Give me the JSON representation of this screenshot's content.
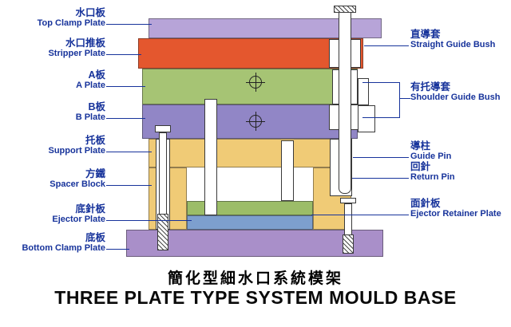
{
  "title": {
    "zh": "簡化型細水口系統模架",
    "en": "THREE PLATE TYPE SYSTEM MOULD BASE"
  },
  "diagram": {
    "left_labels": [
      {
        "zh": "水口板",
        "en": "Top Clamp Plate"
      },
      {
        "zh": "水口推板",
        "en": "Stripper Plate"
      },
      {
        "zh": "A板",
        "en": "A Plate"
      },
      {
        "zh": "B板",
        "en": "B Plate"
      },
      {
        "zh": "托板",
        "en": "Support Plate"
      },
      {
        "zh": "方鐵",
        "en": "Spacer Block"
      },
      {
        "zh": "底針板",
        "en": "Ejector Plate"
      },
      {
        "zh": "底板",
        "en": "Bottom Clamp Plate"
      }
    ],
    "right_labels": [
      {
        "zh": "直導套",
        "en": "Straight Guide Bush"
      },
      {
        "zh": "有托導套",
        "en": "Shoulder Guide Bush"
      },
      {
        "zh": "導柱",
        "en": "Guide Pin"
      },
      {
        "zh": "回針",
        "en": "Return Pin"
      },
      {
        "zh": "面針板",
        "en": "Ejector Retainer Plate"
      }
    ],
    "colors": {
      "top_clamp_plate": "#b7a4d8",
      "stripper_plate": "#e4572e",
      "a_plate": "#a6c474",
      "b_plate": "#9186c6",
      "support_plate": "#f0cb76",
      "spacer_block": "#f0cb76",
      "ejector_retainer_plate": "#9cbd68",
      "ejector_plate": "#7d9fce",
      "bottom_clamp_plate": "#a98fc9",
      "label_text": "#17339b",
      "title_text": "#000000"
    }
  }
}
